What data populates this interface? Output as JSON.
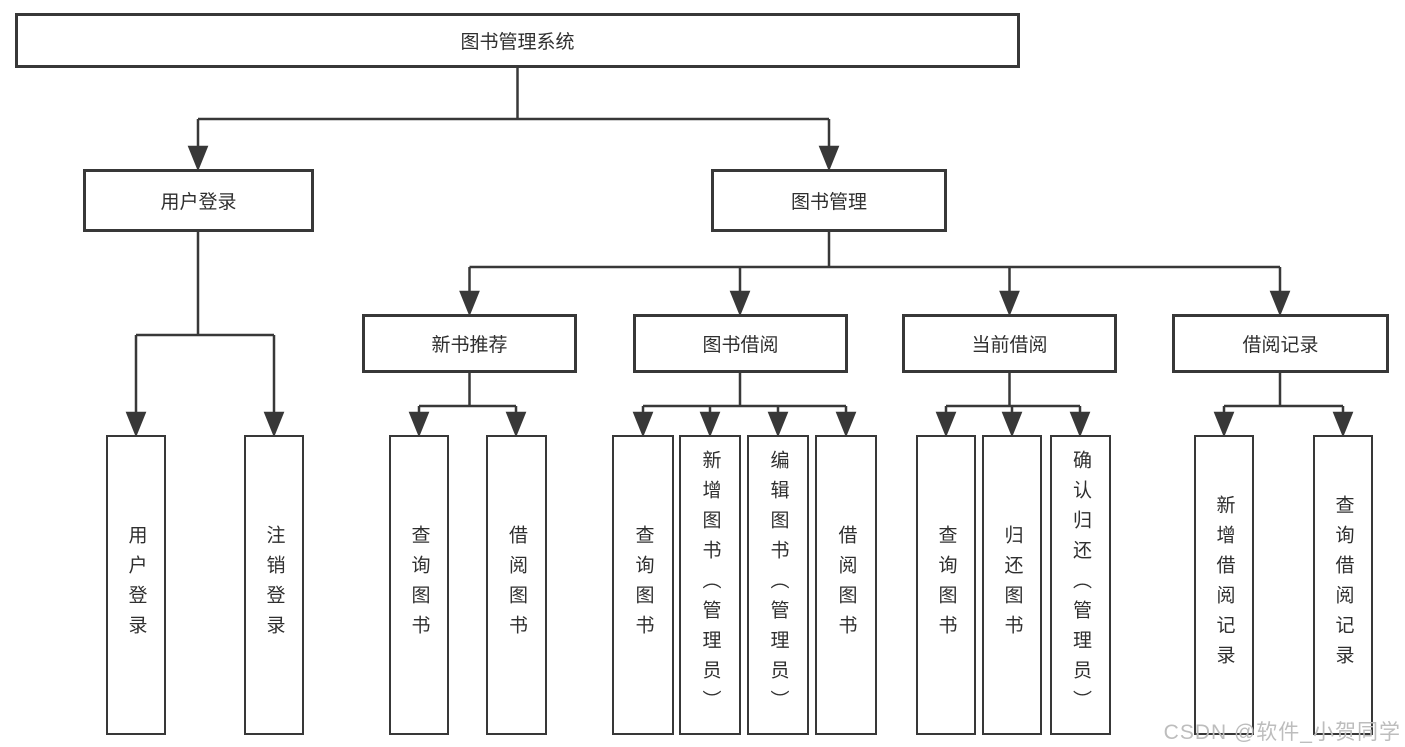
{
  "diagram": {
    "root": {
      "label": "图书管理系统"
    },
    "level2": [
      {
        "label": "用户登录"
      },
      {
        "label": "图书管理"
      }
    ],
    "level3": [
      {
        "label": "新书推荐"
      },
      {
        "label": "图书借阅"
      },
      {
        "label": "当前借阅"
      },
      {
        "label": "借阅记录"
      }
    ],
    "leaf_groups": [
      {
        "parent": "用户登录",
        "items": [
          "用户登录",
          "注销登录"
        ]
      },
      {
        "parent": "新书推荐",
        "items": [
          "查询图书",
          "借阅图书"
        ]
      },
      {
        "parent": "图书借阅",
        "items": [
          "查询图书",
          "新增图书（管理员）",
          "编辑图书（管理员）",
          "借阅图书"
        ]
      },
      {
        "parent": "当前借阅",
        "items": [
          "查询图书",
          "归还图书",
          "确认归还（管理员）"
        ]
      },
      {
        "parent": "借阅记录",
        "items": [
          "新增借阅记录",
          "查询借阅记录"
        ]
      }
    ],
    "watermark": "CSDN @软件_小贺同学",
    "colors": {
      "line": "#383838",
      "text": "#2f2f2f",
      "watermark": "#bdbdbd",
      "background": "#ffffff"
    }
  }
}
